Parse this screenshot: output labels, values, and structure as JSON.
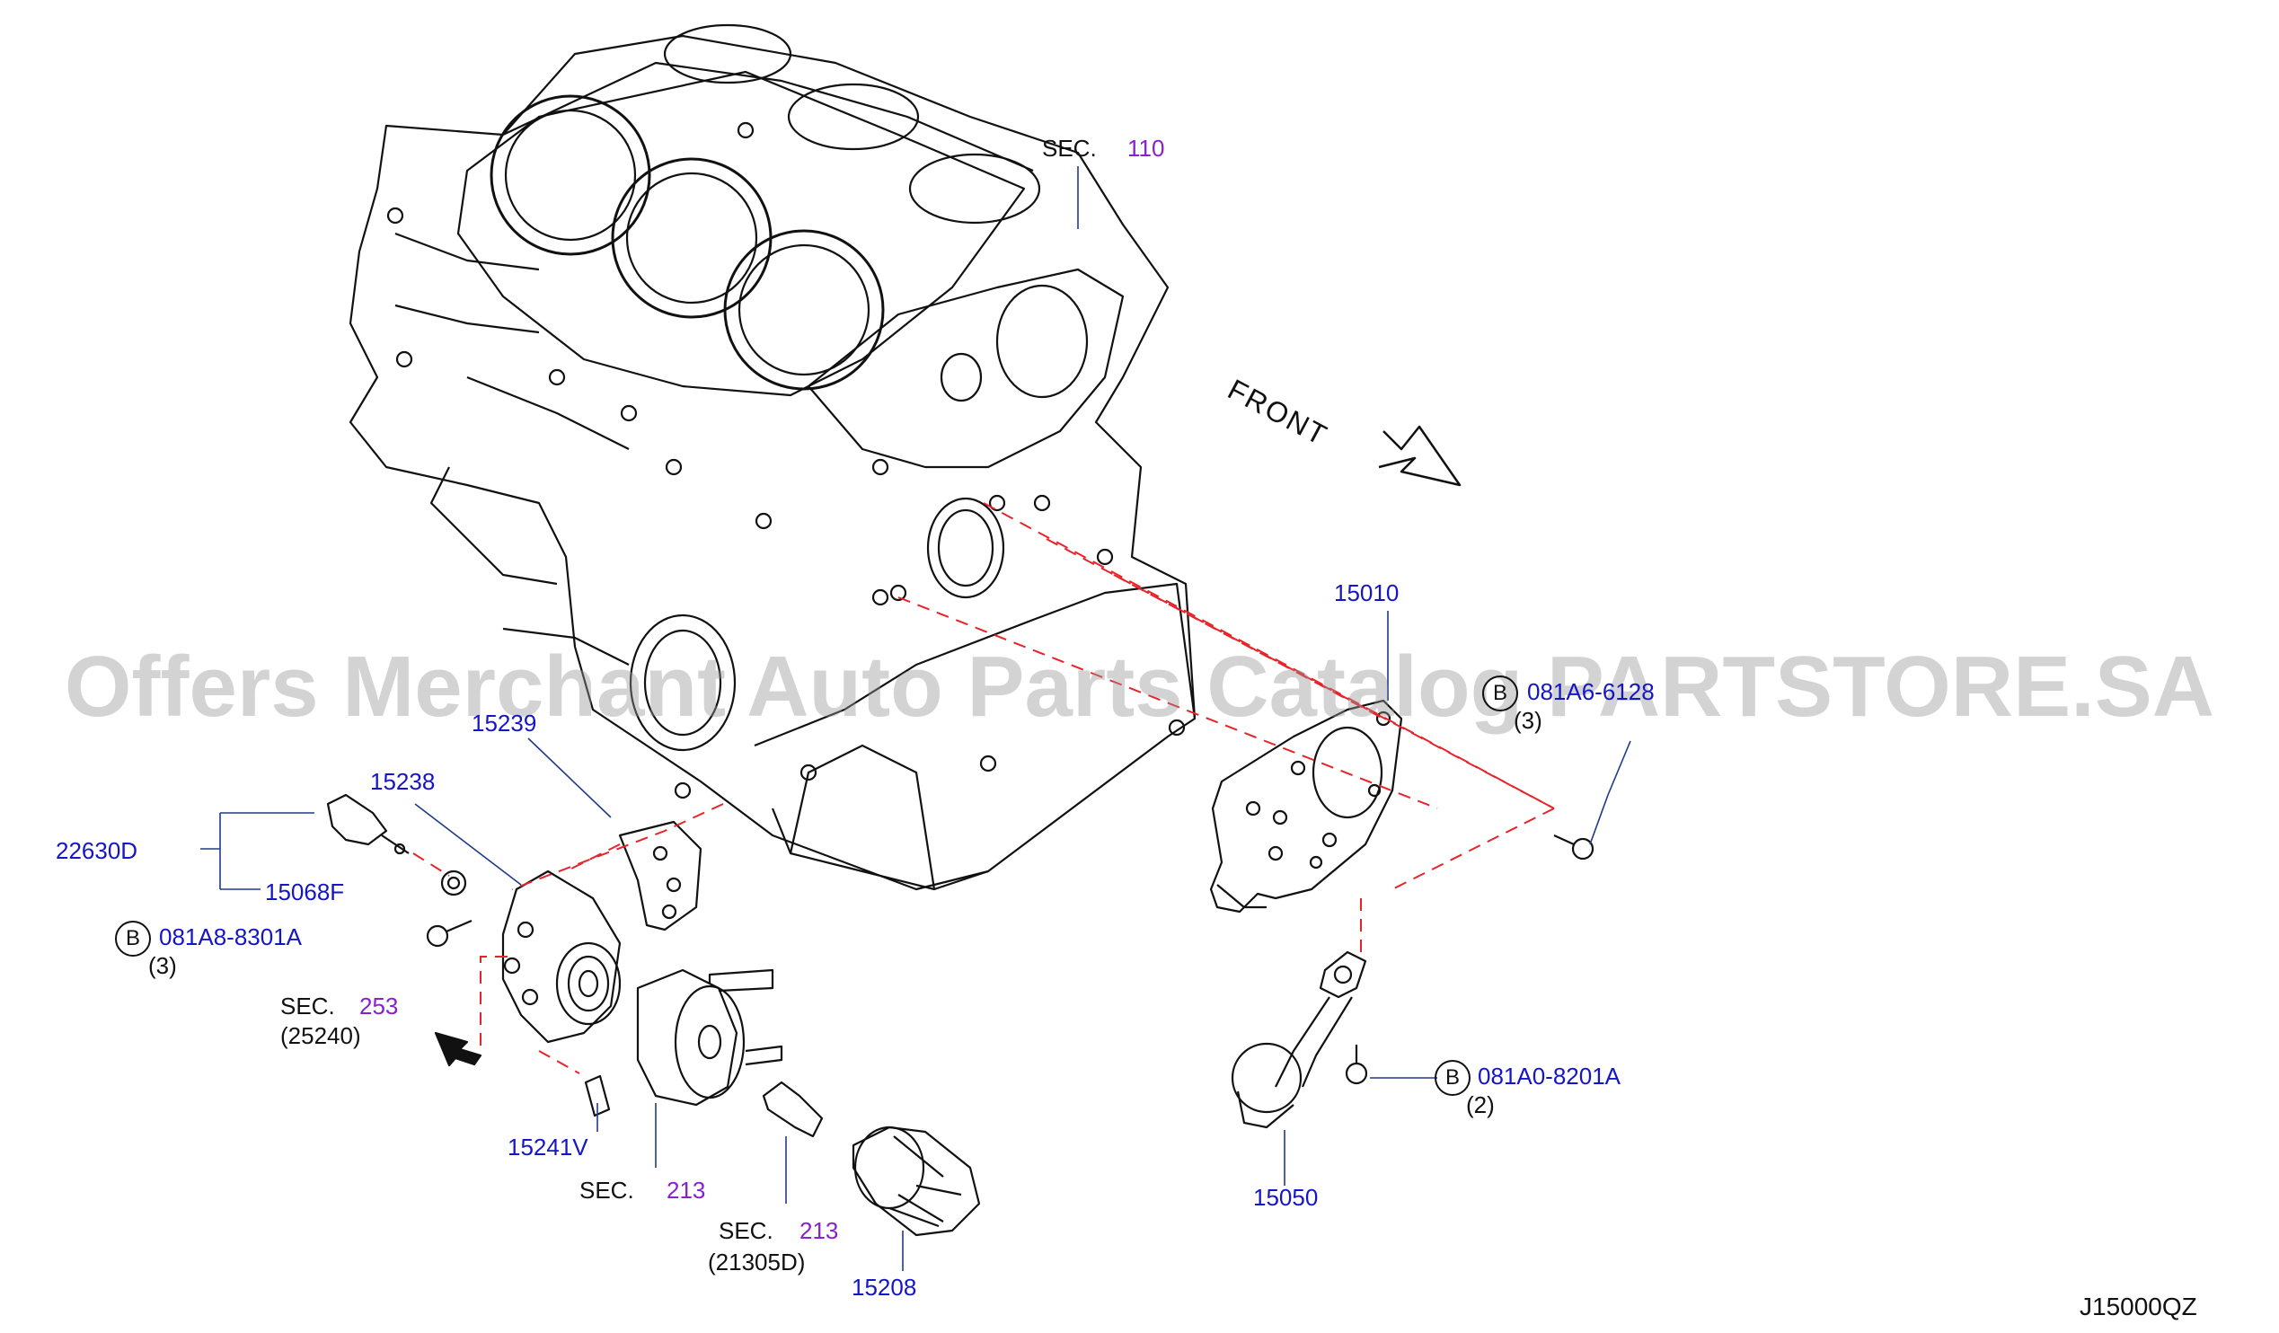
{
  "diagram_code": "J15000QZ",
  "watermark": "Offers Merchant Auto Parts Catalog PARTSTORE.SA",
  "front_label": "FRONT",
  "sec_word": "SEC.",
  "sections": {
    "s110": "110",
    "s253": "253",
    "s253_sub": "(25240)",
    "s213a": "213",
    "s213b": "213",
    "s213b_sub": "(21305D)"
  },
  "parts": {
    "p15010": "15010",
    "p15239": "15239",
    "p15238": "15238",
    "p22630D": "22630D",
    "p15068F": "15068F",
    "p15241V": "15241V",
    "p15208": "15208",
    "p15050": "15050"
  },
  "bolts": {
    "b1_code": "081A8-8301A",
    "b1_qty": "(3)",
    "b2_code": "081A0-8201A",
    "b2_qty": "(2)",
    "b3_code": "081A6-6128",
    "b3_qty": "(3)",
    "badge": "B"
  },
  "colors": {
    "part_number": "#1515c8",
    "section_number": "#8a1fd0",
    "dashed_line": "#e8232a",
    "outline": "#111111"
  }
}
